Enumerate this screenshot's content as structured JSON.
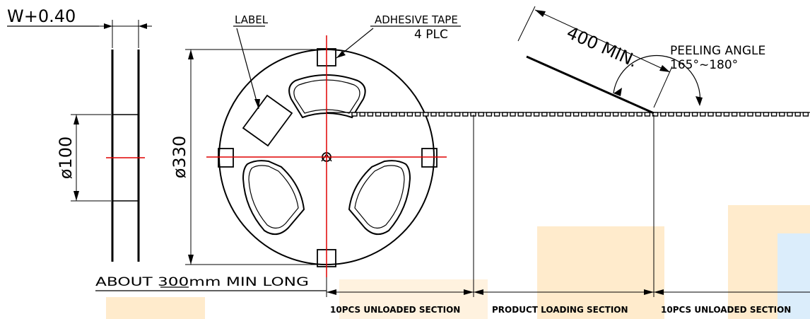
{
  "reel": {
    "width_label": "W+0.40",
    "hub_dia_label": "ø100",
    "reel_dia_label": "ø330",
    "label_callout": "LABEL",
    "tape_callout_line1": "ADHESIVE TAPE",
    "tape_callout_line2": "4 PLC"
  },
  "tape": {
    "leader_prefix": "ABOUT ",
    "leader_length": "300",
    "leader_suffix": "mm MIN LONG",
    "peel_length_label": "400 MIN.",
    "peel_angle_title": "PEELING ANGLE",
    "peel_angle_range": "165°~180°"
  },
  "sections": [
    {
      "label": "10PCS UNLOADED SECTION"
    },
    {
      "label": "PRODUCT LOADING SECTION"
    },
    {
      "label": "10PCS UNLOADED SECTION"
    }
  ],
  "colors": {
    "line": "#000000",
    "centerline": "#e00000",
    "watermark_orange": "#ffe9c7",
    "watermark_blue": "#d8ecfb"
  }
}
